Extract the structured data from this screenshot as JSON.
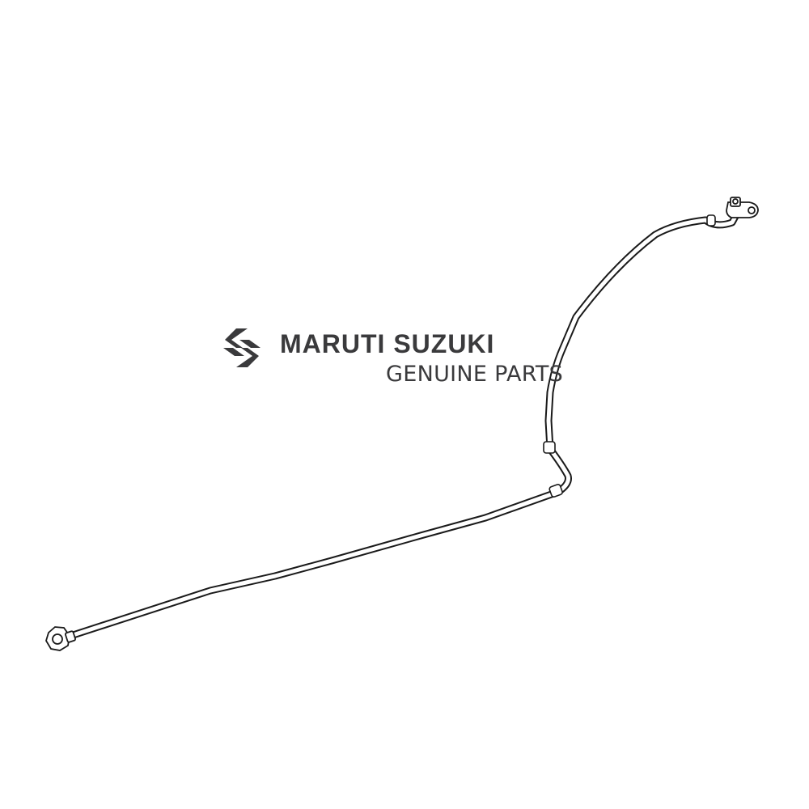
{
  "watermark": {
    "brand_name": "MARUTI SUZUKI",
    "tagline": "GENUINE PARTS",
    "logo_icon": "suzuki-s-logo-icon",
    "text_color": "#3a3a3c"
  },
  "diagram": {
    "part": "pipe-assembly",
    "stroke_color": "#1a1a1a",
    "fill_color": "#ffffff",
    "components": [
      "pipe-tube",
      "end-nut-fitting",
      "end-bracket-fitting",
      "bend-joint-sleeve"
    ]
  }
}
